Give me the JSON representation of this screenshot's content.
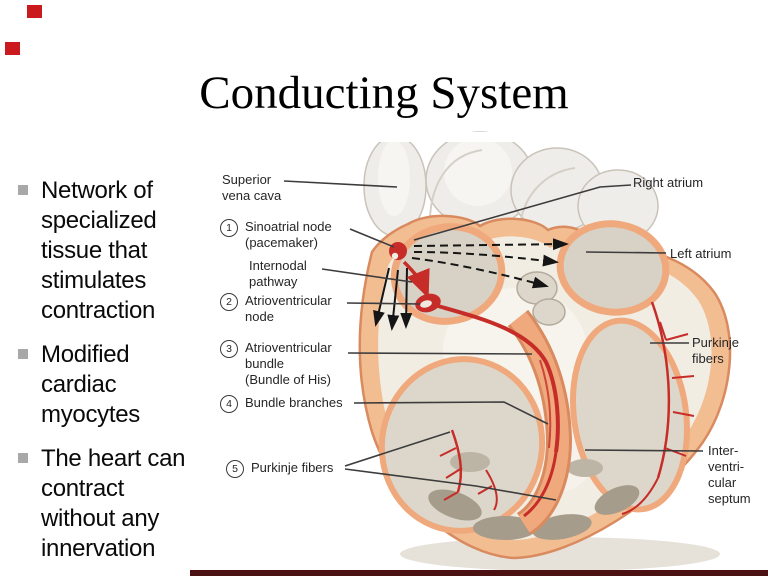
{
  "slide": {
    "title": "Conducting System",
    "bullets": [
      {
        "lines": [
          "Network of",
          "specialized",
          "tissue that",
          "stimulates",
          "contraction"
        ]
      },
      {
        "lines": [
          "Modified",
          "cardiac",
          "myocytes"
        ]
      },
      {
        "lines": [
          "The heart can",
          "contract",
          "without any",
          "innervation"
        ]
      }
    ]
  },
  "diagram": {
    "labels": {
      "superior": {
        "lines": [
          "Superior",
          "vena cava"
        ]
      },
      "sa": {
        "num": "1",
        "lines": [
          "Sinoatrial node",
          "(pacemaker)"
        ]
      },
      "internodal": {
        "lines": [
          "Internodal",
          "pathway"
        ]
      },
      "av_node": {
        "num": "2",
        "lines": [
          "Atrioventricular",
          "node"
        ]
      },
      "av_bundle": {
        "num": "3",
        "lines": [
          "Atrioventricular",
          "bundle",
          "(Bundle of His)"
        ]
      },
      "bundle_branches": {
        "num": "4",
        "lines": [
          "Bundle branches"
        ]
      },
      "purkinje_left": {
        "num": "5",
        "lines": [
          "Purkinje fibers"
        ]
      },
      "right_atrium": {
        "lines": [
          "Right atrium"
        ]
      },
      "left_atrium": {
        "lines": [
          "Left atrium"
        ]
      },
      "purkinje_right": {
        "lines": [
          "Purkinje",
          "fibers"
        ]
      },
      "iv_septum": {
        "lines": [
          "Inter-",
          "ventri-",
          "cular",
          "septum"
        ]
      }
    },
    "illustration": "heart longitudinal section showing cardiac conduction system"
  },
  "colors": {
    "accent_red_square": "#cb1a1d",
    "bottom_bar": "#4b1113",
    "heart_wall": "#f3bd92",
    "wall_outline": "#d98a5e",
    "inner_wall": "#efa97d",
    "chamber_gray": "#d8d2c6",
    "interior_beige": "#f2ede3",
    "conduction_red": "#c62d28",
    "vessel_gray": "#efede9",
    "bullet_square": "#a8a8a8",
    "label_text": "#262626"
  }
}
